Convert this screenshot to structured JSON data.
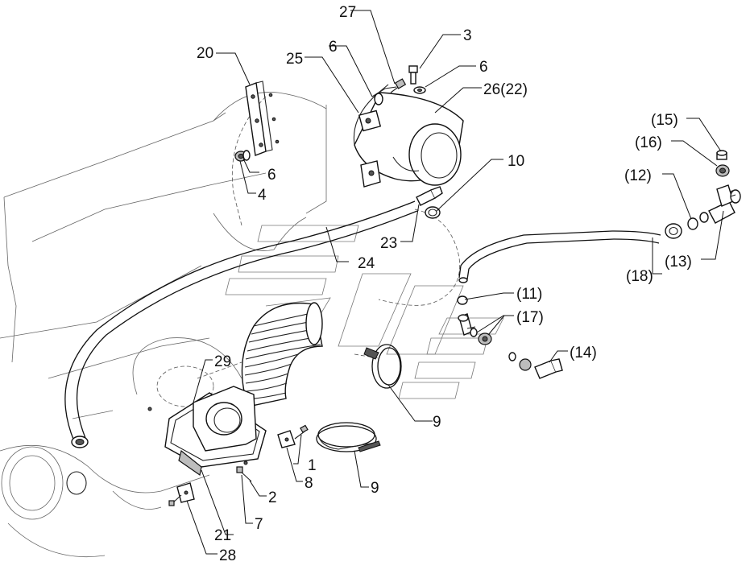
{
  "labels": {
    "l1": "1",
    "l2": "2",
    "l3": "3",
    "l4": "4",
    "l6a": "6",
    "l6b": "6",
    "l6c": "6",
    "l7": "7",
    "l8": "8",
    "l9a": "9",
    "l9b": "9",
    "l10": "10",
    "l11": "(11)",
    "l12": "(12)",
    "l13": "(13)",
    "l14": "(14)",
    "l15": "(15)",
    "l16": "(16)",
    "l17": "(17)",
    "l18": "(18)",
    "l20": "20",
    "l21": "21",
    "l23": "23",
    "l24": "24",
    "l25": "25",
    "l26": "26(22)",
    "l27": "27",
    "l28": "28",
    "l29": "29"
  }
}
